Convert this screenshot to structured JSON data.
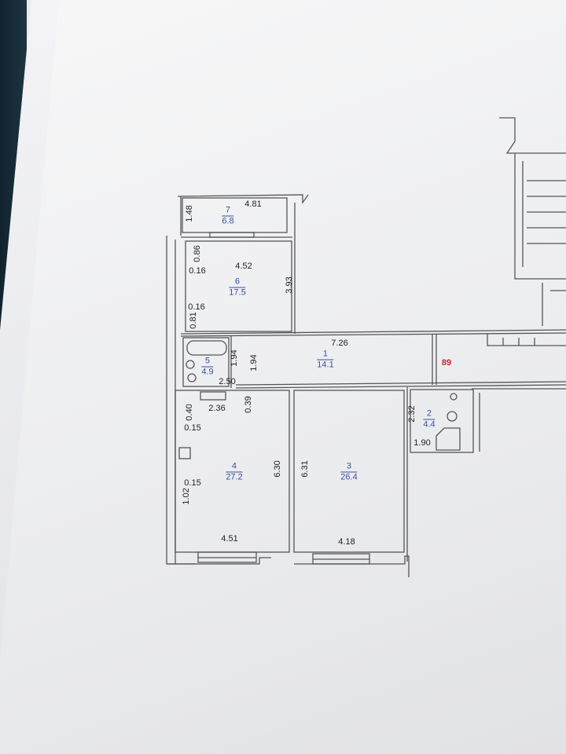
{
  "rooms": [
    {
      "number": "7",
      "area": "6.8"
    },
    {
      "number": "6",
      "area": "17.5"
    },
    {
      "number": "5",
      "area": "4.9"
    },
    {
      "number": "1",
      "area": "14.1"
    },
    {
      "number": "4",
      "area": "27.2"
    },
    {
      "number": "3",
      "area": "26.4"
    },
    {
      "number": "2",
      "area": "4.4"
    }
  ],
  "dims": {
    "r7_w": "4.81",
    "r7_h": "1.48",
    "r6_w": "4.52",
    "r6_h": "3.93",
    "r6_a": "0.86",
    "r6_b": "0.16",
    "r6_c": "0.16",
    "r6_d": "0.81",
    "r5_h1": "1.94",
    "r5_h2": "1.94",
    "r5_w": "2.50",
    "r1_w": "7.26",
    "r4_a": "0.39",
    "r4_b": "2.36",
    "r4_c": "0.40",
    "r4_d": "0.15",
    "r4_e": "0.15",
    "r4_f": "1.02",
    "r4_h": "6.30",
    "r4_w": "4.51",
    "r3_h": "6.31",
    "r3_w": "4.18",
    "r2_h": "2.32",
    "r2_w": "1.90"
  },
  "apartment_number": "89",
  "colors": {
    "room_label": "#3b4f9e",
    "apartment_number": "#c0262a",
    "wall": "#555555"
  }
}
